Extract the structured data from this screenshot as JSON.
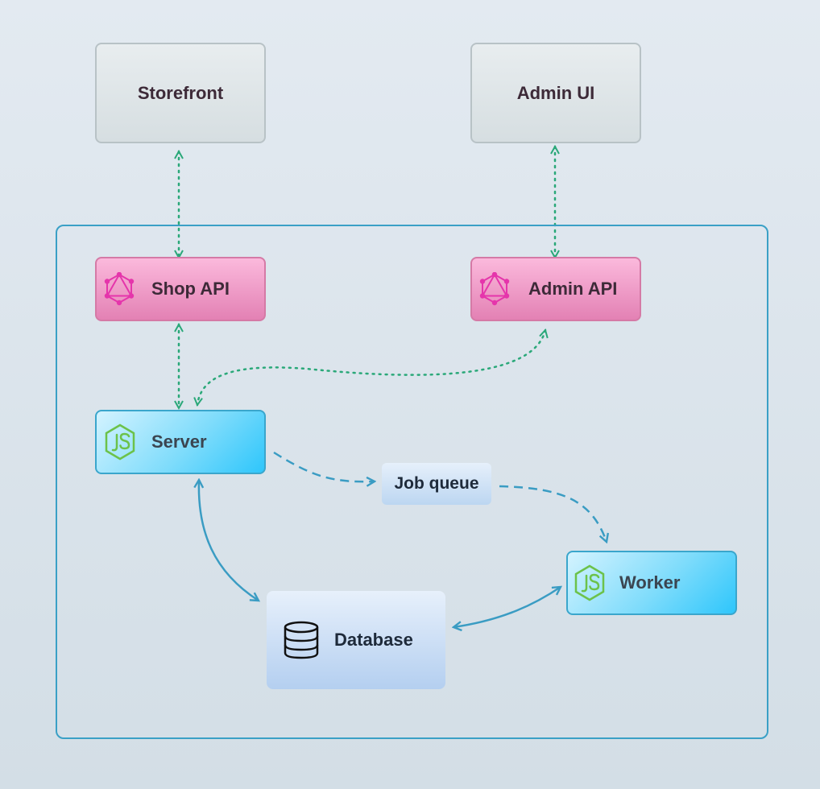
{
  "nodes": {
    "storefront": {
      "label": "Storefront"
    },
    "admin_ui": {
      "label": "Admin UI"
    },
    "shop_api": {
      "label": "Shop API",
      "icon": "graphql-icon"
    },
    "admin_api": {
      "label": "Admin API",
      "icon": "graphql-icon"
    },
    "server": {
      "label": "Server",
      "icon": "nodejs-icon"
    },
    "job_queue": {
      "label": "Job queue"
    },
    "worker": {
      "label": "Worker",
      "icon": "nodejs-icon"
    },
    "database": {
      "label": "Database",
      "icon": "database-icon"
    }
  },
  "edges": [
    {
      "from": "storefront",
      "to": "shop_api",
      "style": "dotted",
      "direction": "both"
    },
    {
      "from": "admin_ui",
      "to": "admin_api",
      "style": "dotted",
      "direction": "both"
    },
    {
      "from": "shop_api",
      "to": "server",
      "style": "dotted",
      "direction": "both"
    },
    {
      "from": "admin_api",
      "to": "server",
      "style": "dotted",
      "direction": "both"
    },
    {
      "from": "server",
      "to": "job_queue",
      "style": "dashed",
      "direction": "forward"
    },
    {
      "from": "job_queue",
      "to": "worker",
      "style": "dashed",
      "direction": "forward"
    },
    {
      "from": "server",
      "to": "database",
      "style": "solid",
      "direction": "both"
    },
    {
      "from": "database",
      "to": "worker",
      "style": "solid",
      "direction": "both"
    }
  ],
  "colors": {
    "api_edge": "#2aa879",
    "internal_edge": "#3a9cc3",
    "container_border": "#3aa0c6",
    "graphql_pink": "#e535ab",
    "nodejs_green": "#6cc24a"
  }
}
